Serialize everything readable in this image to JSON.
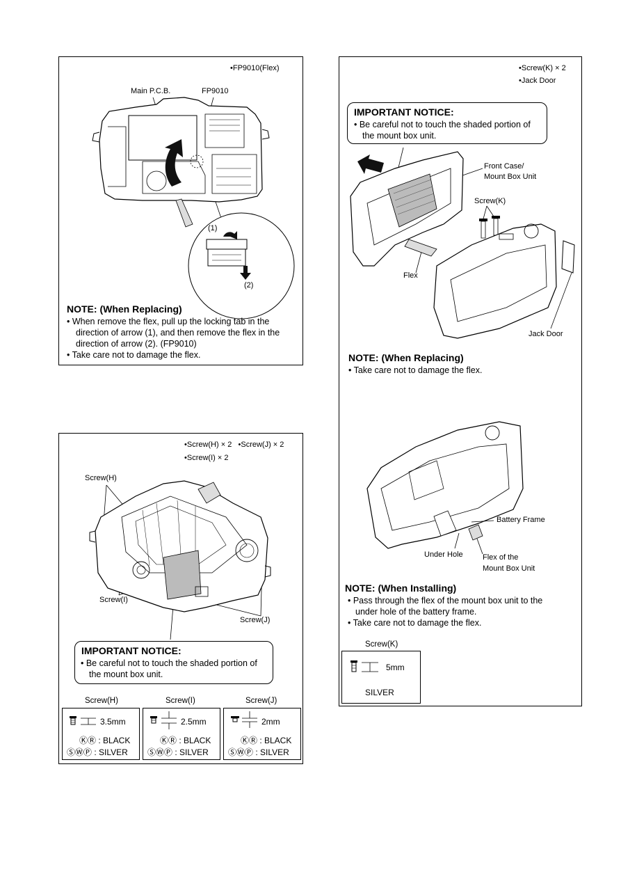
{
  "panel_tl": {
    "header": "•FP9010(Flex)",
    "labels": {
      "main_pcb": "Main P.C.B.",
      "fp9010": "FP9010",
      "arrow1": "(1)",
      "arrow2": "(2)"
    },
    "note": {
      "title": "NOTE: (When Replacing)",
      "lines": [
        "• When remove the flex, pull up the locking tab in the",
        "direction of arrow (1), and then remove the flex in the",
        "direction of arrow (2). (FP9010)",
        "• Take care not to damage the flex."
      ]
    }
  },
  "panel_bl": {
    "header_lines": [
      "•Screw(H) × 2   •Screw(J) × 2",
      "•Screw(I) × 2"
    ],
    "labels": {
      "screw_h": "Screw(H)",
      "screw_i": "Screw(I)",
      "screw_j": "Screw(J)"
    },
    "important": {
      "title": "IMPORTANT NOTICE:",
      "lines": [
        "• Be careful not to touch the shaded portion of",
        "the mount box unit."
      ]
    },
    "specs": [
      {
        "name": "Screw(H)",
        "length": "3.5mm",
        "black": "ⓀⓇ : BLACK",
        "silver": "ⓈⓌⓅ : SILVER"
      },
      {
        "name": "Screw(I)",
        "length": "2.5mm",
        "black": "ⓀⓇ : BLACK",
        "silver": "ⓈⓌⓅ : SILVER"
      },
      {
        "name": "Screw(J)",
        "length": "2mm",
        "black": "ⓀⓇ : BLACK",
        "silver": "ⓈⓌⓅ : SILVER"
      }
    ]
  },
  "panel_r": {
    "header_lines": [
      "•Screw(K) × 2",
      "•Jack Door"
    ],
    "important": {
      "title": "IMPORTANT NOTICE:",
      "lines": [
        "• Be careful not to touch the shaded portion of",
        "the mount box unit."
      ]
    },
    "labels": {
      "front_case": "Front Case/",
      "mount_box_unit": "Mount Box Unit",
      "screw_k": "Screw(K)",
      "flex": "Flex",
      "jack_door": "Jack Door",
      "battery_frame": "Battery Frame",
      "under_hole": "Under Hole",
      "flex_of_the": "Flex of the",
      "mount_box_unit2": "Mount Box Unit"
    },
    "note_replacing": {
      "title": "NOTE: (When Replacing)",
      "lines": [
        "• Take care not to damage the flex."
      ]
    },
    "note_installing": {
      "title": "NOTE: (When Installing)",
      "lines": [
        "• Pass through the flex of the mount box unit to the",
        "under hole of the battery frame.",
        "• Take care not to damage the flex."
      ]
    },
    "spec": {
      "name": "Screw(K)",
      "length": "5mm",
      "color": "SILVER"
    }
  }
}
